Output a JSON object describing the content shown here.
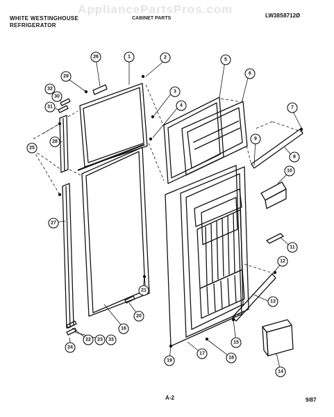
{
  "header": {
    "brand_line": "WHITE WESTINGHOUSE",
    "product_line": "REFRIGERATOR",
    "model": "LW38S8712Ø",
    "watermark": "AppliancePartsPros.com",
    "section_text": "CABINET PARTS"
  },
  "footer": {
    "page": "A-2",
    "date": "9/87"
  },
  "callouts": [
    "1",
    "2",
    "3",
    "4",
    "5",
    "6",
    "7",
    "8",
    "9",
    "10",
    "11",
    "12",
    "13",
    "14",
    "15",
    "16",
    "17",
    "18",
    "19",
    "20",
    "21",
    "22",
    "23",
    "24",
    "25",
    "26",
    "27",
    "28",
    "29",
    "30",
    "31",
    "32",
    "33"
  ]
}
